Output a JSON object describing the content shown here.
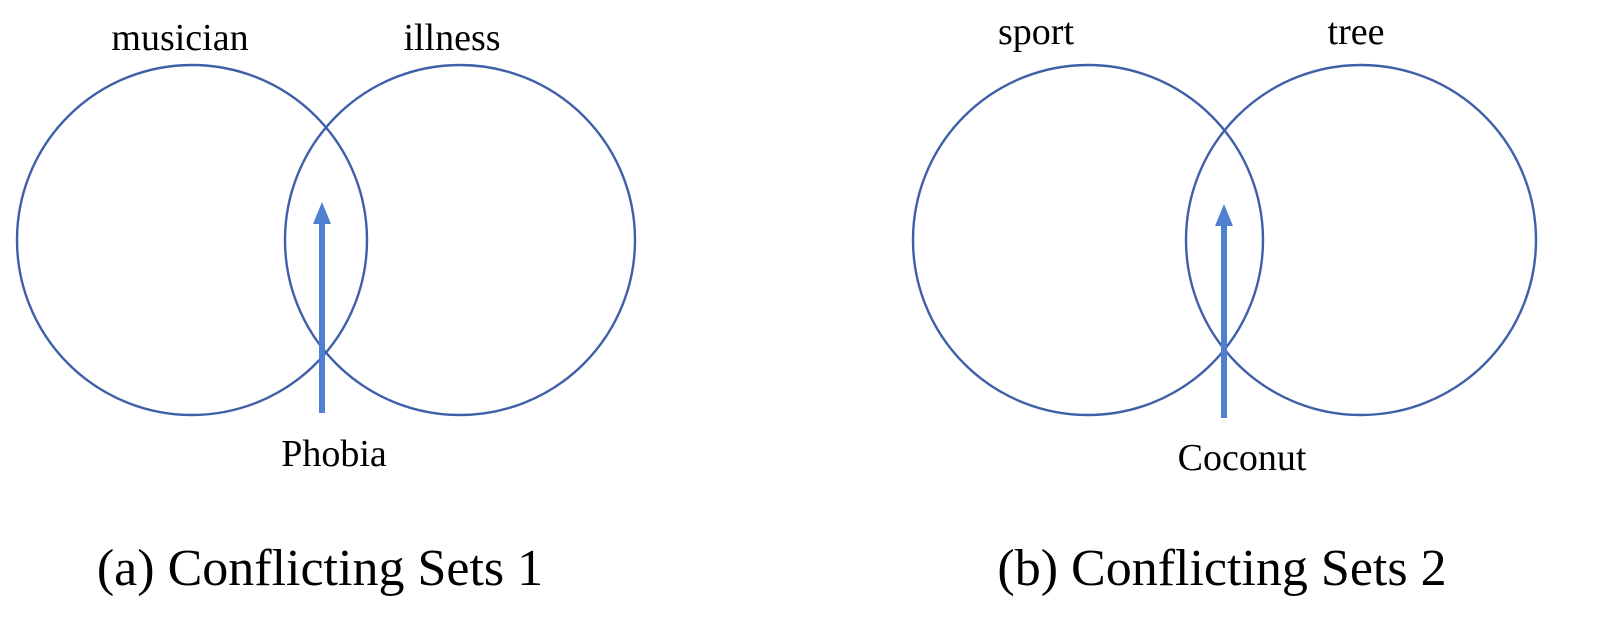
{
  "colors": {
    "circle_stroke": "#3f5fa8",
    "arrow": "#4f7fd0",
    "text": "#000000",
    "background": "#ffffff"
  },
  "panels": [
    {
      "sets": [
        "musician",
        "illness"
      ],
      "intersection_item": "Phobia",
      "caption": "(a)  Conflicting Sets 1"
    },
    {
      "sets": [
        "sport",
        "tree"
      ],
      "intersection_item": "Coconut",
      "caption": "(b)  Conflicting Sets 2"
    }
  ]
}
